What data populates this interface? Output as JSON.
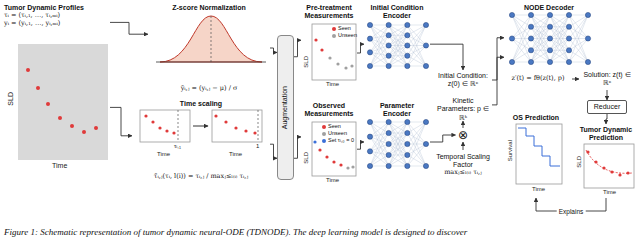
{
  "diagram": {
    "caption": "Figure 1: Schematic representation of tumor dynamic neural-ODE (TDNODE). The deep learning model is designed to discover",
    "nodes": [
      {
        "text": [
          "Tumor Dynamic Profiles",
          "τᵢ = (τᵢ,₁, …, τᵢ,ₘᵢ)",
          "yᵢ = (yᵢ,₁, …, yᵢ,ₘᵢ)"
        ]
      },
      {
        "text": [
          "Z-score Normalization",
          "ỹᵢ,ⱼ = (yᵢ,ⱼ − μ) / σ"
        ]
      },
      {
        "text": [
          "Time scaling",
          "τ̃ᵢ,ⱼ(τᵢ, l(i)) = τᵢ,ⱼ / maxⱼ≤ₗ₍ᵢ₎ τᵢ,ⱼ"
        ]
      },
      {
        "text": [
          "Augmentation"
        ]
      },
      {
        "text": [
          "Pre-treatment Measurements"
        ]
      },
      {
        "text": [
          "Observed Measurements"
        ]
      },
      {
        "text": [
          "Initial Condition Encoder"
        ]
      },
      {
        "text": [
          "Parameter Encoder"
        ]
      },
      {
        "text": [
          "Initial Condition: z(0) ∈ ℝᶜ"
        ]
      },
      {
        "text": [
          "Kinetic Parameters: p ∈ ℝᵏ"
        ]
      },
      {
        "text": [
          "Temporal Scaling Factor",
          "maxⱼ≤ₗ₍ᵢ₎ τᵢ,ⱼ"
        ]
      },
      {
        "text": [
          "⊗"
        ]
      },
      {
        "text": [
          "NODE Decoder"
        ]
      },
      {
        "text": [
          "z′(t) = fθ(z(t), p)"
        ]
      },
      {
        "text": [
          "Solution: z(t) ∈ ℝᶜ"
        ]
      },
      {
        "text": [
          "Reducer"
        ]
      },
      {
        "text": [
          "OS Prediction"
        ]
      },
      {
        "text": [
          "Tumor Dynamic Prediction"
        ]
      }
    ],
    "edges": [
      {
        "from": 0,
        "to": 1,
        "arrow": "to"
      },
      {
        "from": 0,
        "to": 2,
        "arrow": "to"
      },
      {
        "from": 1,
        "to": 3,
        "arrow": "to"
      },
      {
        "from": 2,
        "to": 3,
        "arrow": "to"
      },
      {
        "from": 3,
        "to": 4,
        "arrow": "to"
      },
      {
        "from": 3,
        "to": 5,
        "arrow": "to"
      },
      {
        "from": 4,
        "to": 6,
        "arrow": "to"
      },
      {
        "from": 5,
        "to": 7,
        "arrow": "to"
      },
      {
        "from": 6,
        "to": 8,
        "arrow": "to"
      },
      {
        "from": 7,
        "to": 11,
        "arrow": "to"
      },
      {
        "from": 10,
        "to": 11,
        "arrow": "to"
      },
      {
        "from": 11,
        "to": 9,
        "arrow": "to"
      },
      {
        "from": 8,
        "to": 12,
        "arrow": "to"
      },
      {
        "from": 9,
        "to": 12,
        "arrow": "to"
      },
      {
        "from": 13,
        "to": 14,
        "arrow": "to"
      },
      {
        "from": 14,
        "to": 15,
        "arrow": "to"
      },
      {
        "from": 15,
        "to": 17,
        "arrow": "to"
      },
      {
        "from": 17,
        "to": 16,
        "label": "Explains",
        "arrow": "to"
      }
    ],
    "labels": [
      "SLD",
      "Time",
      "Time",
      "τᵢ,₁",
      "Time",
      "1",
      "SLD",
      "Time",
      "SLD",
      "Time",
      "Survival",
      "Time",
      "SLD",
      "Time"
    ],
    "legend": [
      {
        "text": "Seen",
        "color": "#e03a3a"
      },
      {
        "text": "Unseen",
        "color": "#a0a0a0"
      },
      {
        "text": "Seen",
        "color": "#e03a3a"
      },
      {
        "text": "Unseen",
        "color": "#a0a0a0"
      },
      {
        "text": "Set τᵢ,₀ = 0",
        "color": "#3a6fd8"
      }
    ]
  }
}
